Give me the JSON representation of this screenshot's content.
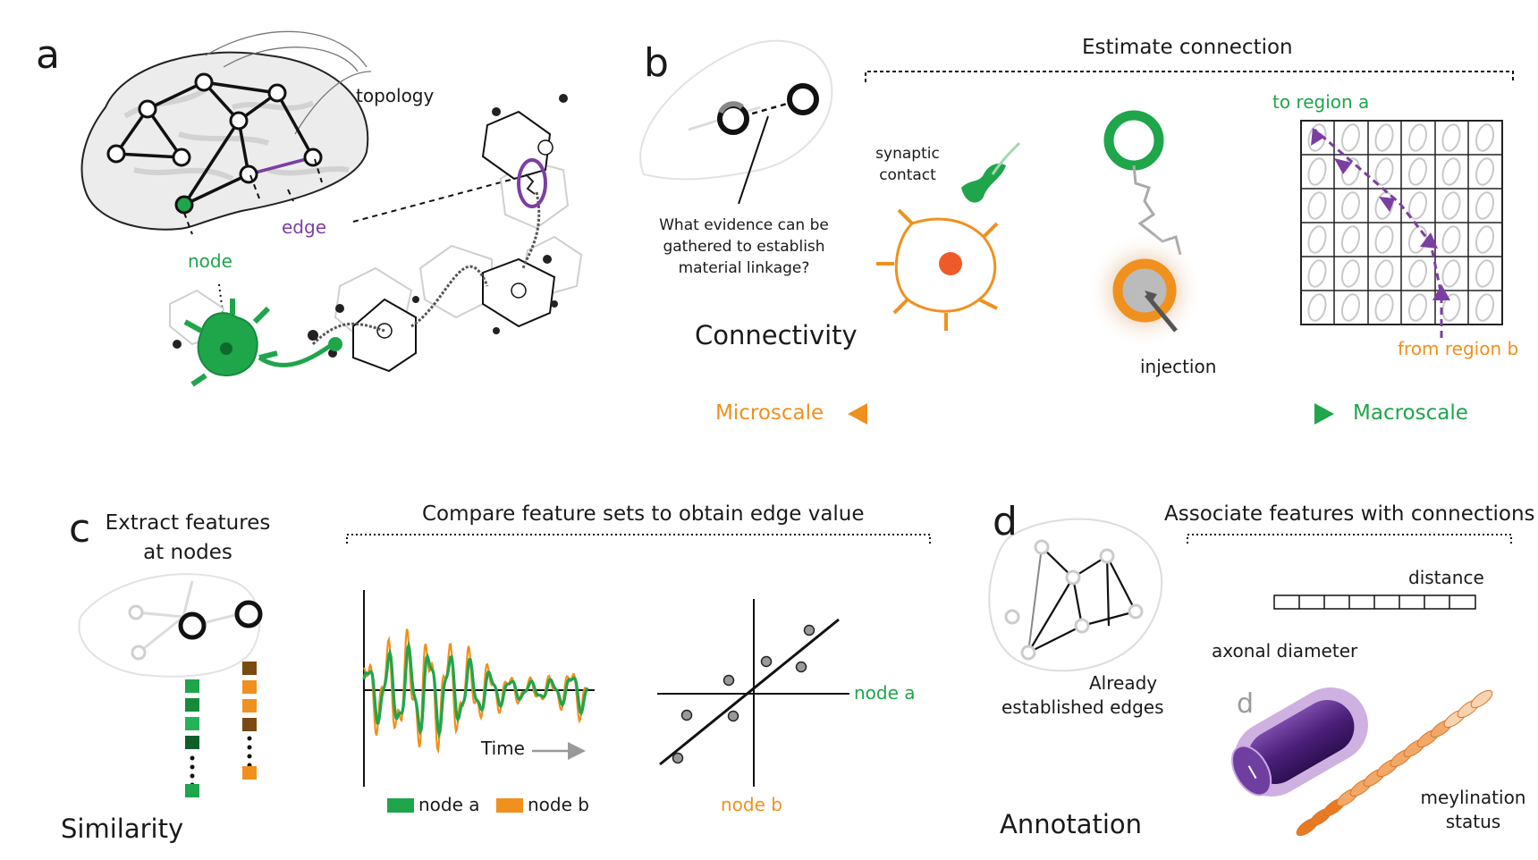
{
  "panels": {
    "a": {
      "letter": "a",
      "labels": {
        "topology": "topology",
        "edge": "edge",
        "node": "node"
      }
    },
    "b": {
      "letter": "b",
      "header": "Estimate connection",
      "question": [
        "What evidence can be",
        "gathered to establish",
        "material linkage?"
      ],
      "synaptic_contact": [
        "synaptic",
        "contact"
      ],
      "title": "Connectivity",
      "injection": "injection",
      "to_region": "to region a",
      "from_region": "from region b",
      "scale_left": "Microscale",
      "scale_right": "Macroscale"
    },
    "c": {
      "letter": "c",
      "extract": [
        "Extract features",
        "at nodes"
      ],
      "header": "Compare feature sets to obtain edge value",
      "time_label": "Time",
      "legend": [
        {
          "name": "node a",
          "color": "#1fa54a"
        },
        {
          "name": "node b",
          "color": "#f0901e"
        }
      ],
      "scatter_x_label": "node a",
      "scatter_y_label": "node b",
      "title": "Similarity"
    },
    "d": {
      "letter": "d",
      "header": "Associate features with connections",
      "established": [
        "Already",
        "established edges"
      ],
      "distance": "distance",
      "axonal_diameter": "axonal diameter",
      "d_symbol": "d",
      "myelination": [
        "meylination",
        "status"
      ],
      "title": "Annotation"
    }
  },
  "colors": {
    "green": "#1fa54a",
    "orange": "#f0901e",
    "purple": "#7b3fa2",
    "dark": "#111111",
    "grey": "#cccccc"
  }
}
